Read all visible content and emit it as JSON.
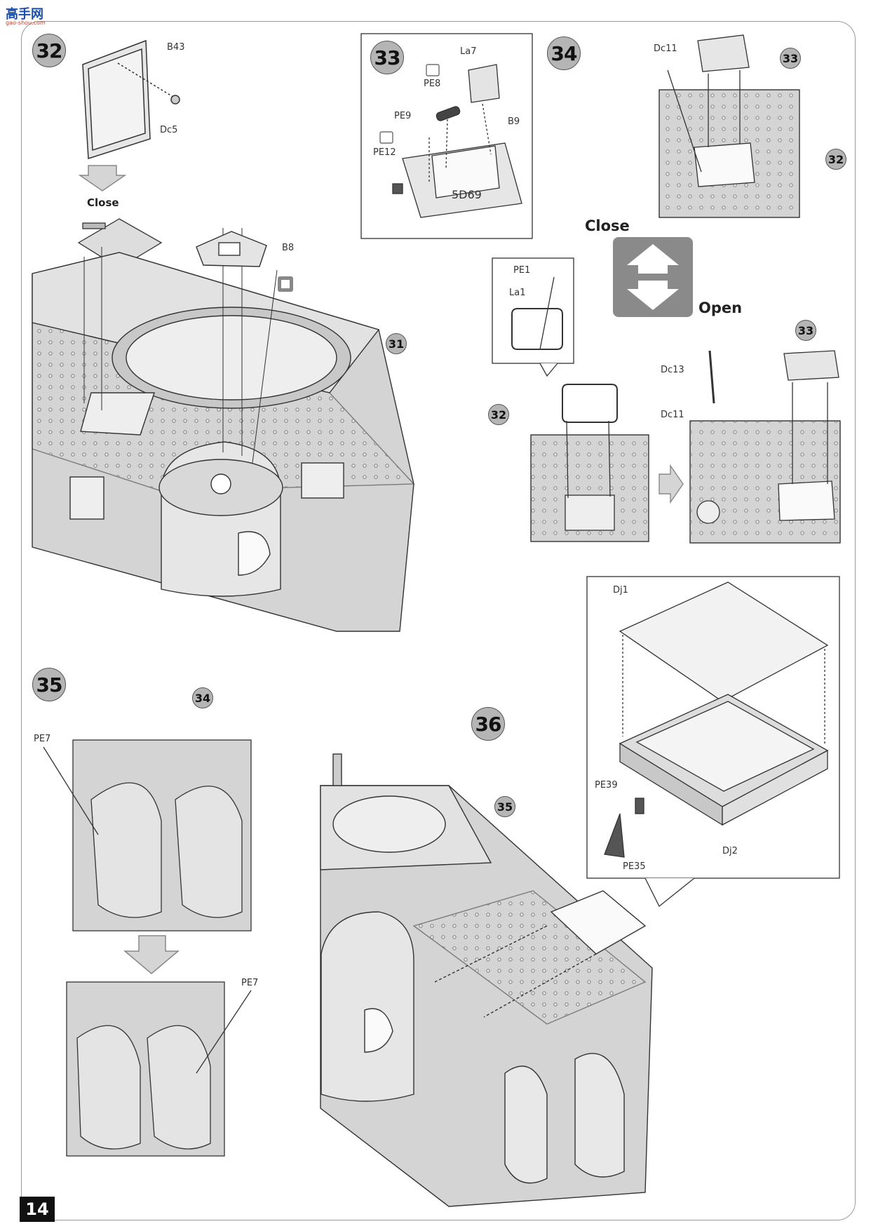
{
  "watermark": {
    "text": "高手网",
    "subtext": "gao-shou.com"
  },
  "page_number": "14",
  "steps": {
    "s32": "32",
    "s33": "33",
    "s34": "34",
    "s35": "35",
    "s36": "36"
  },
  "refs": {
    "r31": "31",
    "r32_a": "32",
    "r32_b": "32",
    "r33_a": "33",
    "r33_b": "33",
    "r34": "34",
    "r35": "35"
  },
  "actions": {
    "close_a": "Close",
    "close_b": "Close",
    "open": "Open"
  },
  "parts": {
    "B43": "B43",
    "Dc5": "Dc5",
    "B8": "B8",
    "La7": "La7",
    "PE8": "PE8",
    "PE9": "PE9",
    "B9": "B9",
    "PE12": "PE12",
    "hull_marking": "5D69",
    "Dc11_a": "Dc11",
    "Dc11_b": "Dc11",
    "Dc13": "Dc13",
    "PE1": "PE1",
    "La1": "La1",
    "Dj1": "Dj1",
    "Dj2": "Dj2",
    "PE39": "PE39",
    "PE35": "PE35",
    "PE7_a": "PE7",
    "PE7_b": "PE7"
  },
  "colors": {
    "hull": "#d4d4d4",
    "line": "#333333",
    "badge": "#b5b5b5",
    "frame": "#9a9a9a"
  },
  "icons": [
    "down-arrow-icon",
    "right-arrow-icon",
    "open-close-arrow-icon",
    "photo-etch-icon",
    "decal-icon"
  ]
}
